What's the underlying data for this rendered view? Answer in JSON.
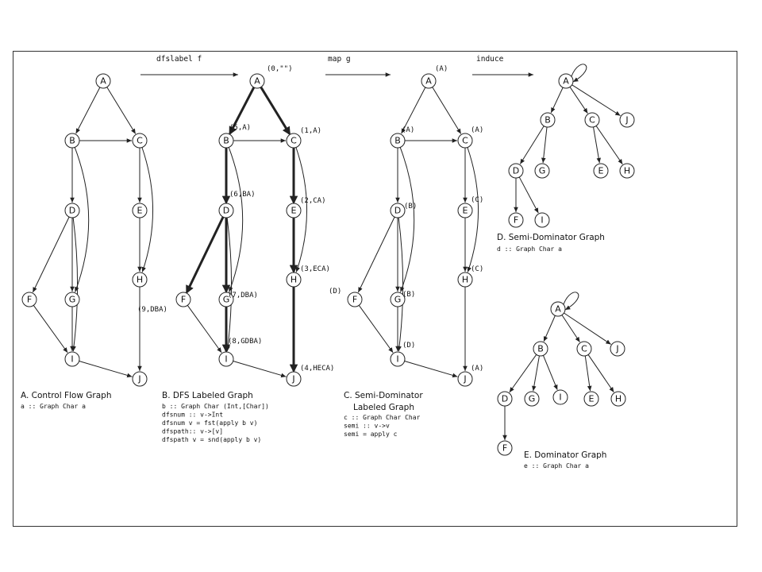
{
  "arrows": [
    {
      "label": "dfslabel f"
    },
    {
      "label": "map g"
    },
    {
      "label": "induce"
    }
  ],
  "graphs": [
    {
      "id": "A",
      "caption": [
        "A. Control Flow Graph"
      ],
      "code": [
        "a :: Graph Char a"
      ],
      "nodes": [
        "A",
        "B",
        "C",
        "D",
        "E",
        "F",
        "G",
        "H",
        "I",
        "J"
      ],
      "edges": [
        [
          "A",
          "B"
        ],
        [
          "A",
          "C"
        ],
        [
          "B",
          "C"
        ],
        [
          "B",
          "D"
        ],
        [
          "B",
          "G"
        ],
        [
          "C",
          "E"
        ],
        [
          "C",
          "H"
        ],
        [
          "D",
          "F"
        ],
        [
          "D",
          "G"
        ],
        [
          "D",
          "I"
        ],
        [
          "E",
          "H"
        ],
        [
          "F",
          "I"
        ],
        [
          "G",
          "I"
        ],
        [
          "H",
          "J"
        ],
        [
          "I",
          "J"
        ]
      ],
      "bold_edges": [],
      "labels": []
    },
    {
      "id": "B",
      "caption": [
        "B. DFS Labeled Graph"
      ],
      "code": [
        "b :: Graph Char (Int,[Char])",
        "dfsnum :: v->Int",
        "dfsnum v = fst(apply b v)",
        "dfspath:: v->[v]",
        "dfspath v = snd(apply b v)"
      ],
      "nodes": [
        "A",
        "B",
        "C",
        "D",
        "E",
        "F",
        "G",
        "H",
        "I",
        "J"
      ],
      "edges": [
        [
          "A",
          "B"
        ],
        [
          "A",
          "C"
        ],
        [
          "B",
          "C"
        ],
        [
          "B",
          "D"
        ],
        [
          "B",
          "G"
        ],
        [
          "C",
          "E"
        ],
        [
          "C",
          "H"
        ],
        [
          "D",
          "F"
        ],
        [
          "D",
          "G"
        ],
        [
          "D",
          "I"
        ],
        [
          "E",
          "H"
        ],
        [
          "F",
          "I"
        ],
        [
          "G",
          "I"
        ],
        [
          "H",
          "J"
        ],
        [
          "I",
          "J"
        ]
      ],
      "bold_edges": [
        [
          "A",
          "B"
        ],
        [
          "A",
          "C"
        ],
        [
          "B",
          "D"
        ],
        [
          "C",
          "E"
        ],
        [
          "D",
          "F"
        ],
        [
          "D",
          "G"
        ],
        [
          "E",
          "H"
        ],
        [
          "G",
          "I"
        ],
        [
          "H",
          "J"
        ]
      ],
      "labels": [
        {
          "node": "A",
          "text": "(0,\"\")"
        },
        {
          "node": "B",
          "text": "(5,A)"
        },
        {
          "node": "C",
          "text": "(1,A)"
        },
        {
          "node": "D",
          "text": "(6,BA)"
        },
        {
          "node": "E",
          "text": "(2,CA)"
        },
        {
          "node": "H",
          "text": "(3,ECA)"
        },
        {
          "node": "G",
          "text": "(7,DBA)"
        },
        {
          "node": "F",
          "text": "(9,DBA)"
        },
        {
          "node": "I",
          "text": "(8,GDBA)"
        },
        {
          "node": "J",
          "text": "(4,HECA)"
        }
      ]
    },
    {
      "id": "C",
      "caption": [
        "C. Semi-Dominator",
        "Labeled Graph"
      ],
      "code": [
        "c :: Graph Char Char",
        "semi :: v->v",
        "semi = apply c"
      ],
      "nodes": [
        "A",
        "B",
        "C",
        "D",
        "E",
        "F",
        "G",
        "H",
        "I",
        "J"
      ],
      "edges": [
        [
          "A",
          "B"
        ],
        [
          "A",
          "C"
        ],
        [
          "B",
          "C"
        ],
        [
          "B",
          "D"
        ],
        [
          "B",
          "G"
        ],
        [
          "C",
          "E"
        ],
        [
          "C",
          "H"
        ],
        [
          "D",
          "F"
        ],
        [
          "D",
          "G"
        ],
        [
          "D",
          "I"
        ],
        [
          "E",
          "H"
        ],
        [
          "F",
          "I"
        ],
        [
          "G",
          "I"
        ],
        [
          "H",
          "J"
        ],
        [
          "I",
          "J"
        ]
      ],
      "bold_edges": [],
      "labels": [
        {
          "node": "A",
          "text": "(A)"
        },
        {
          "node": "B",
          "text": "(A)"
        },
        {
          "node": "C",
          "text": "(A)"
        },
        {
          "node": "D",
          "text": "(B)"
        },
        {
          "node": "E",
          "text": "(C)"
        },
        {
          "node": "H",
          "text": "(C)"
        },
        {
          "node": "F",
          "text": "(D)"
        },
        {
          "node": "G",
          "text": "(B)"
        },
        {
          "node": "I",
          "text": "(D)"
        },
        {
          "node": "J",
          "text": "(A)"
        }
      ]
    },
    {
      "id": "D",
      "caption": [
        "D. Semi-Dominator Graph"
      ],
      "code": [
        "d :: Graph Char a"
      ],
      "nodes": [
        "A",
        "B",
        "C",
        "J",
        "D",
        "G",
        "E",
        "H",
        "F",
        "I"
      ],
      "edges": [
        [
          "A",
          "A"
        ],
        [
          "A",
          "B"
        ],
        [
          "A",
          "C"
        ],
        [
          "A",
          "J"
        ],
        [
          "B",
          "D"
        ],
        [
          "B",
          "G"
        ],
        [
          "C",
          "E"
        ],
        [
          "C",
          "H"
        ],
        [
          "D",
          "F"
        ],
        [
          "D",
          "I"
        ]
      ],
      "bold_edges": [],
      "labels": []
    },
    {
      "id": "E",
      "caption": [
        "E. Dominator Graph"
      ],
      "code": [
        "e :: Graph Char a"
      ],
      "nodes": [
        "A",
        "B",
        "C",
        "J",
        "D",
        "G",
        "I",
        "E",
        "H",
        "F"
      ],
      "edges": [
        [
          "A",
          "A"
        ],
        [
          "A",
          "B"
        ],
        [
          "A",
          "C"
        ],
        [
          "A",
          "J"
        ],
        [
          "B",
          "D"
        ],
        [
          "B",
          "G"
        ],
        [
          "B",
          "I"
        ],
        [
          "C",
          "E"
        ],
        [
          "C",
          "H"
        ],
        [
          "D",
          "F"
        ]
      ],
      "bold_edges": [],
      "labels": []
    }
  ]
}
